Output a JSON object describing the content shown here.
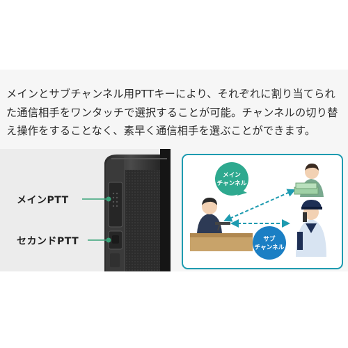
{
  "description": {
    "line1": "メインとサブチャンネル用PTTキーにより、それぞれに割り当てられ",
    "line2": "た通信相手をワンタッチで選択することが可能。チャンネルの切り替",
    "line3": "え操作をすることなく、素早く通信相手を選ぶことができます。"
  },
  "device": {
    "main_ptt_label": "メインPTT",
    "second_ptt_label": "セカンドPTT"
  },
  "diagram": {
    "main_channel": {
      "line1": "メイン",
      "line2": "チャンネル"
    },
    "sub_channel": {
      "line1": "サブ",
      "line2": "チャンネル"
    },
    "colors": {
      "frame": "#1e9bb0",
      "main_bubble": "#2ea98f",
      "sub_bubble": "#1b7fc4"
    }
  }
}
